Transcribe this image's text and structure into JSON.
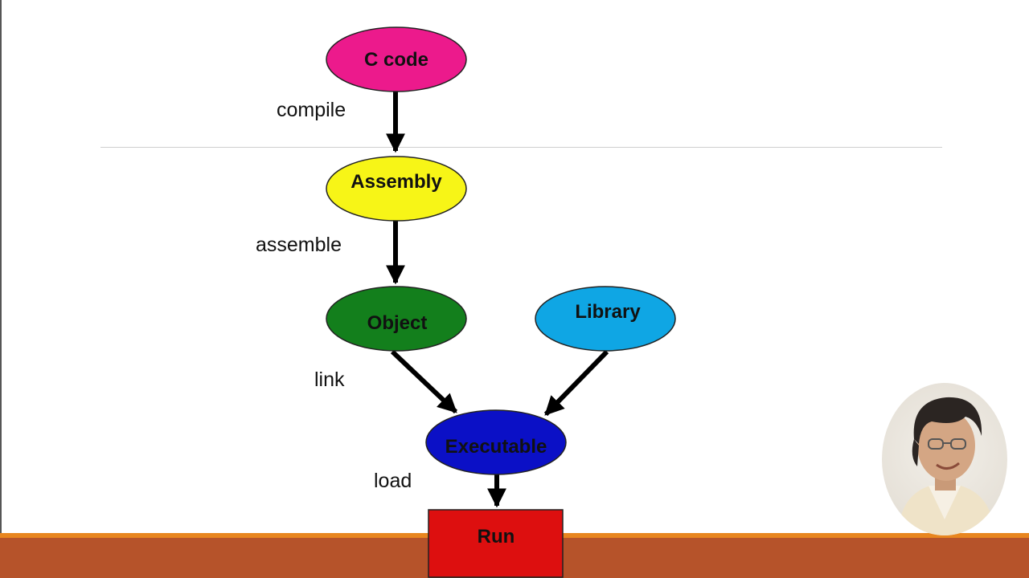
{
  "diagram": {
    "nodes": {
      "c_code": {
        "label": "C code",
        "color": "#ec1a8c"
      },
      "assembly": {
        "label": "Assembly",
        "color": "#f7f517"
      },
      "object": {
        "label": "Object",
        "color": "#137f1c"
      },
      "library": {
        "label": "Library",
        "color": "#0fa6e4"
      },
      "executable": {
        "label": "Executable",
        "color": "#0b10c6"
      },
      "run": {
        "label": "Run",
        "color": "#dd0f0f"
      }
    },
    "edges": {
      "compile": "compile",
      "assemble": "assemble",
      "link": "link",
      "load": "load"
    }
  },
  "theme": {
    "accent_line": "#e8861f",
    "bottom_bar": "#b6532a"
  },
  "presenter": {
    "icon": "presenter-avatar"
  }
}
